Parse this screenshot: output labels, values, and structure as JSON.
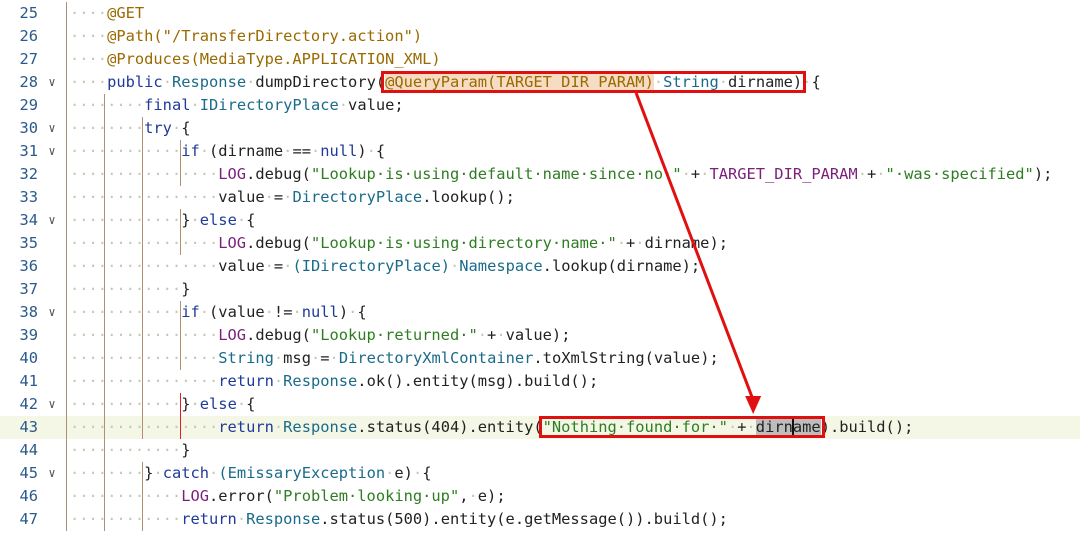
{
  "editor": {
    "current_line": "43",
    "lines": [
      {
        "num": "25",
        "fold": "",
        "indent": "····",
        "tokens": [
          {
            "t": "@GET",
            "c": "ann"
          }
        ]
      },
      {
        "num": "26",
        "fold": "",
        "indent": "····",
        "tokens": [
          {
            "t": "@Path(\"/TransferDirectory.action\")",
            "c": "ann"
          }
        ]
      },
      {
        "num": "27",
        "fold": "",
        "indent": "····",
        "tokens": [
          {
            "t": "@Produces(MediaType.APPLICATION_XML)",
            "c": "ann"
          }
        ]
      },
      {
        "num": "28",
        "fold": "∨",
        "indent": "····",
        "tokens": [
          {
            "t": "public",
            "c": "kw"
          },
          {
            "t": "·",
            "c": "ws"
          },
          {
            "t": "Response",
            "c": "typ"
          },
          {
            "t": "·",
            "c": "ws"
          },
          {
            "t": "dumpDirectory(",
            "c": "pl"
          },
          {
            "t": "@QueryParam(TARGET_DIR_PARAM)",
            "c": "ann hl-ann"
          },
          {
            "t": "·",
            "c": "ws"
          },
          {
            "t": "String",
            "c": "typ"
          },
          {
            "t": "·",
            "c": "ws"
          },
          {
            "t": "dirname)",
            "c": "pl"
          },
          {
            "t": "·",
            "c": "ws"
          },
          {
            "t": "{",
            "c": "pl"
          }
        ]
      },
      {
        "num": "29",
        "fold": "",
        "indent": "········",
        "tokens": [
          {
            "t": "final",
            "c": "kw"
          },
          {
            "t": "·",
            "c": "ws"
          },
          {
            "t": "IDirectoryPlace",
            "c": "typ"
          },
          {
            "t": "·",
            "c": "ws"
          },
          {
            "t": "value;",
            "c": "pl"
          }
        ]
      },
      {
        "num": "30",
        "fold": "∨",
        "indent": "········",
        "tokens": [
          {
            "t": "try",
            "c": "kw"
          },
          {
            "t": "·",
            "c": "ws"
          },
          {
            "t": "{",
            "c": "pl"
          }
        ]
      },
      {
        "num": "31",
        "fold": "∨",
        "indent": "············",
        "tokens": [
          {
            "t": "if",
            "c": "kw"
          },
          {
            "t": "·",
            "c": "ws"
          },
          {
            "t": "(dirname",
            "c": "pl"
          },
          {
            "t": "·",
            "c": "ws"
          },
          {
            "t": "==",
            "c": "pl"
          },
          {
            "t": "·",
            "c": "ws"
          },
          {
            "t": "null",
            "c": "kw"
          },
          {
            "t": ")",
            "c": "pl"
          },
          {
            "t": "·",
            "c": "ws"
          },
          {
            "t": "{",
            "c": "pl"
          }
        ]
      },
      {
        "num": "32",
        "fold": "",
        "indent": "················",
        "tokens": [
          {
            "t": "LOG",
            "c": "fld"
          },
          {
            "t": ".debug(",
            "c": "pl"
          },
          {
            "t": "\"Lookup·is·using·default·name·since·no·\"",
            "c": "str"
          },
          {
            "t": "·",
            "c": "ws"
          },
          {
            "t": "+",
            "c": "pl"
          },
          {
            "t": "·",
            "c": "ws"
          },
          {
            "t": "TARGET_DIR_PARAM",
            "c": "fld"
          },
          {
            "t": "·",
            "c": "ws"
          },
          {
            "t": "+",
            "c": "pl"
          },
          {
            "t": "·",
            "c": "ws"
          },
          {
            "t": "\"·was·specified\"",
            "c": "str"
          },
          {
            "t": ");",
            "c": "pl"
          }
        ]
      },
      {
        "num": "33",
        "fold": "",
        "indent": "················",
        "tokens": [
          {
            "t": "value",
            "c": "pl"
          },
          {
            "t": "·",
            "c": "ws"
          },
          {
            "t": "=",
            "c": "pl"
          },
          {
            "t": "·",
            "c": "ws"
          },
          {
            "t": "DirectoryPlace",
            "c": "typ"
          },
          {
            "t": ".lookup();",
            "c": "pl"
          }
        ]
      },
      {
        "num": "34",
        "fold": "∨",
        "indent": "············",
        "tokens": [
          {
            "t": "}",
            "c": "pl"
          },
          {
            "t": "·",
            "c": "ws"
          },
          {
            "t": "else",
            "c": "kw"
          },
          {
            "t": "·",
            "c": "ws"
          },
          {
            "t": "{",
            "c": "pl"
          }
        ]
      },
      {
        "num": "35",
        "fold": "",
        "indent": "················",
        "tokens": [
          {
            "t": "LOG",
            "c": "fld"
          },
          {
            "t": ".debug(",
            "c": "pl"
          },
          {
            "t": "\"Lookup·is·using·directory·name·\"",
            "c": "str"
          },
          {
            "t": "·",
            "c": "ws"
          },
          {
            "t": "+",
            "c": "pl"
          },
          {
            "t": "·",
            "c": "ws"
          },
          {
            "t": "dirname);",
            "c": "pl"
          }
        ]
      },
      {
        "num": "36",
        "fold": "",
        "indent": "················",
        "tokens": [
          {
            "t": "value",
            "c": "pl"
          },
          {
            "t": "·",
            "c": "ws"
          },
          {
            "t": "=",
            "c": "pl"
          },
          {
            "t": "·",
            "c": "ws"
          },
          {
            "t": "(IDirectoryPlace)",
            "c": "typ"
          },
          {
            "t": "·",
            "c": "ws"
          },
          {
            "t": "Namespace",
            "c": "typ"
          },
          {
            "t": ".lookup(dirname);",
            "c": "pl"
          }
        ]
      },
      {
        "num": "37",
        "fold": "",
        "indent": "············",
        "tokens": [
          {
            "t": "}",
            "c": "pl"
          }
        ]
      },
      {
        "num": "38",
        "fold": "∨",
        "indent": "············",
        "tokens": [
          {
            "t": "if",
            "c": "kw"
          },
          {
            "t": "·",
            "c": "ws"
          },
          {
            "t": "(value",
            "c": "pl"
          },
          {
            "t": "·",
            "c": "ws"
          },
          {
            "t": "!=",
            "c": "pl"
          },
          {
            "t": "·",
            "c": "ws"
          },
          {
            "t": "null",
            "c": "kw"
          },
          {
            "t": ")",
            "c": "pl"
          },
          {
            "t": "·",
            "c": "ws"
          },
          {
            "t": "{",
            "c": "pl"
          }
        ]
      },
      {
        "num": "39",
        "fold": "",
        "indent": "················",
        "tokens": [
          {
            "t": "LOG",
            "c": "fld"
          },
          {
            "t": ".debug(",
            "c": "pl"
          },
          {
            "t": "\"Lookup·returned·\"",
            "c": "str"
          },
          {
            "t": "·",
            "c": "ws"
          },
          {
            "t": "+",
            "c": "pl"
          },
          {
            "t": "·",
            "c": "ws"
          },
          {
            "t": "value);",
            "c": "pl"
          }
        ]
      },
      {
        "num": "40",
        "fold": "",
        "indent": "················",
        "tokens": [
          {
            "t": "String",
            "c": "typ"
          },
          {
            "t": "·",
            "c": "ws"
          },
          {
            "t": "msg",
            "c": "pl"
          },
          {
            "t": "·",
            "c": "ws"
          },
          {
            "t": "=",
            "c": "pl"
          },
          {
            "t": "·",
            "c": "ws"
          },
          {
            "t": "DirectoryXmlContainer",
            "c": "typ"
          },
          {
            "t": ".toXmlString(value);",
            "c": "pl"
          }
        ]
      },
      {
        "num": "41",
        "fold": "",
        "indent": "················",
        "tokens": [
          {
            "t": "return",
            "c": "kw"
          },
          {
            "t": "·",
            "c": "ws"
          },
          {
            "t": "Response",
            "c": "typ"
          },
          {
            "t": ".ok().entity(msg).build();",
            "c": "pl"
          }
        ]
      },
      {
        "num": "42",
        "fold": "∨",
        "indent": "············",
        "tokens": [
          {
            "t": "}",
            "c": "pl"
          },
          {
            "t": "·",
            "c": "ws"
          },
          {
            "t": "else",
            "c": "kw"
          },
          {
            "t": "·",
            "c": "ws"
          },
          {
            "t": "{",
            "c": "pl"
          }
        ]
      },
      {
        "num": "43",
        "fold": "",
        "indent": "················",
        "tokens": [
          {
            "t": "return",
            "c": "kw"
          },
          {
            "t": "·",
            "c": "ws"
          },
          {
            "t": "Response",
            "c": "typ"
          },
          {
            "t": ".status(404).entity(",
            "c": "pl"
          },
          {
            "t": "\"Nothing·found·for·\"",
            "c": "str"
          },
          {
            "t": "·",
            "c": "ws"
          },
          {
            "t": "+",
            "c": "pl"
          },
          {
            "t": "·",
            "c": "ws"
          },
          {
            "t": "dirname",
            "c": "pl hl-sel",
            "caret": 4
          },
          {
            "t": ").build();",
            "c": "pl"
          }
        ]
      },
      {
        "num": "44",
        "fold": "",
        "indent": "············",
        "tokens": [
          {
            "t": "}",
            "c": "pl"
          }
        ]
      },
      {
        "num": "45",
        "fold": "∨",
        "indent": "········",
        "tokens": [
          {
            "t": "}",
            "c": "pl"
          },
          {
            "t": "·",
            "c": "ws"
          },
          {
            "t": "catch",
            "c": "kw"
          },
          {
            "t": "·",
            "c": "ws"
          },
          {
            "t": "(EmissaryException",
            "c": "typ"
          },
          {
            "t": "·",
            "c": "ws"
          },
          {
            "t": "e)",
            "c": "pl"
          },
          {
            "t": "·",
            "c": "ws"
          },
          {
            "t": "{",
            "c": "pl"
          }
        ]
      },
      {
        "num": "46",
        "fold": "",
        "indent": "············",
        "tokens": [
          {
            "t": "LOG",
            "c": "fld"
          },
          {
            "t": ".error(",
            "c": "pl"
          },
          {
            "t": "\"Problem·looking·up\"",
            "c": "str"
          },
          {
            "t": ",",
            "c": "pl"
          },
          {
            "t": "·",
            "c": "ws"
          },
          {
            "t": "e);",
            "c": "pl"
          }
        ]
      },
      {
        "num": "47",
        "fold": "",
        "indent": "············",
        "tokens": [
          {
            "t": "return",
            "c": "kw"
          },
          {
            "t": "·",
            "c": "ws"
          },
          {
            "t": "Response",
            "c": "typ"
          },
          {
            "t": ".status(500).entity(e.getMessage()).build();",
            "c": "pl"
          }
        ]
      }
    ]
  },
  "annotations": {
    "box_color": "#e01010",
    "arrow": "from dirname parameter declaration to dirname usage in 404 response"
  }
}
